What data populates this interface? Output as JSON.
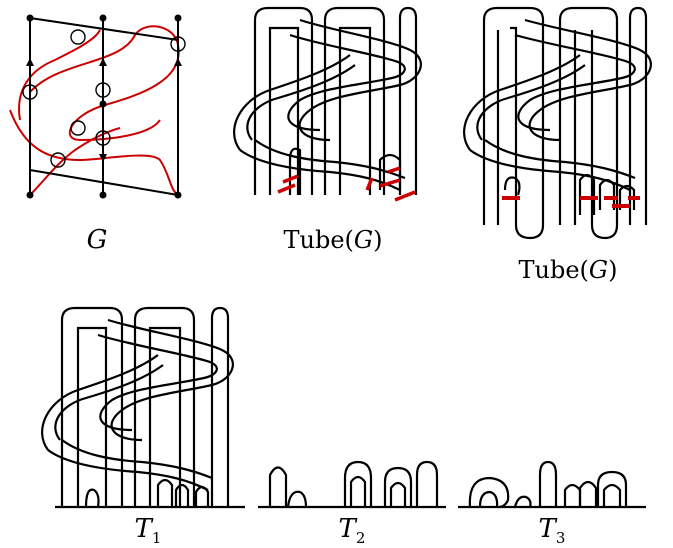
{
  "panels": {
    "graph": {
      "label": "G"
    },
    "tube_a": {
      "label_prefix": "Tube(",
      "label_var": "G",
      "label_suffix": ")"
    },
    "tube_b": {
      "label_prefix": "Tube(",
      "label_var": "G",
      "label_suffix": ")"
    },
    "t1": {
      "label_letter": "T",
      "label_sub": "1"
    },
    "t2": {
      "label_letter": "T",
      "label_sub": "2"
    },
    "t3": {
      "label_letter": "T",
      "label_sub": "3"
    }
  },
  "colors": {
    "ink": "#000000",
    "red": "#cc0000",
    "paper": "#ffffff"
  }
}
